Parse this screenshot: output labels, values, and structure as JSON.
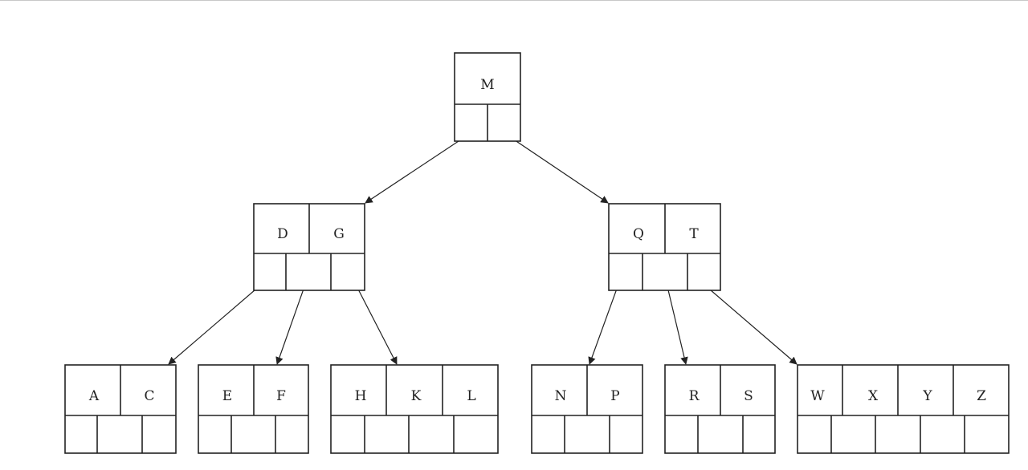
{
  "tree": {
    "nodes": [
      {
        "id": "root",
        "keys": [
          "M"
        ]
      },
      {
        "id": "left",
        "keys": [
          "D",
          "G"
        ]
      },
      {
        "id": "right",
        "keys": [
          "Q",
          "T"
        ]
      },
      {
        "id": "leaf1",
        "keys": [
          "A",
          "C"
        ]
      },
      {
        "id": "leaf2",
        "keys": [
          "E",
          "F"
        ]
      },
      {
        "id": "leaf3",
        "keys": [
          "H",
          "K",
          "L"
        ]
      },
      {
        "id": "leaf4",
        "keys": [
          "N",
          "P"
        ]
      },
      {
        "id": "leaf5",
        "keys": [
          "R",
          "S"
        ]
      },
      {
        "id": "leaf6",
        "keys": [
          "W",
          "X",
          "Y",
          "Z"
        ]
      }
    ],
    "edges": [
      {
        "from": "root",
        "to": "left"
      },
      {
        "from": "root",
        "to": "right"
      },
      {
        "from": "left",
        "to": "leaf1"
      },
      {
        "from": "left",
        "to": "leaf2"
      },
      {
        "from": "left",
        "to": "leaf3"
      },
      {
        "from": "right",
        "to": "leaf4"
      },
      {
        "from": "right",
        "to": "leaf5"
      },
      {
        "from": "right",
        "to": "leaf6"
      }
    ]
  }
}
